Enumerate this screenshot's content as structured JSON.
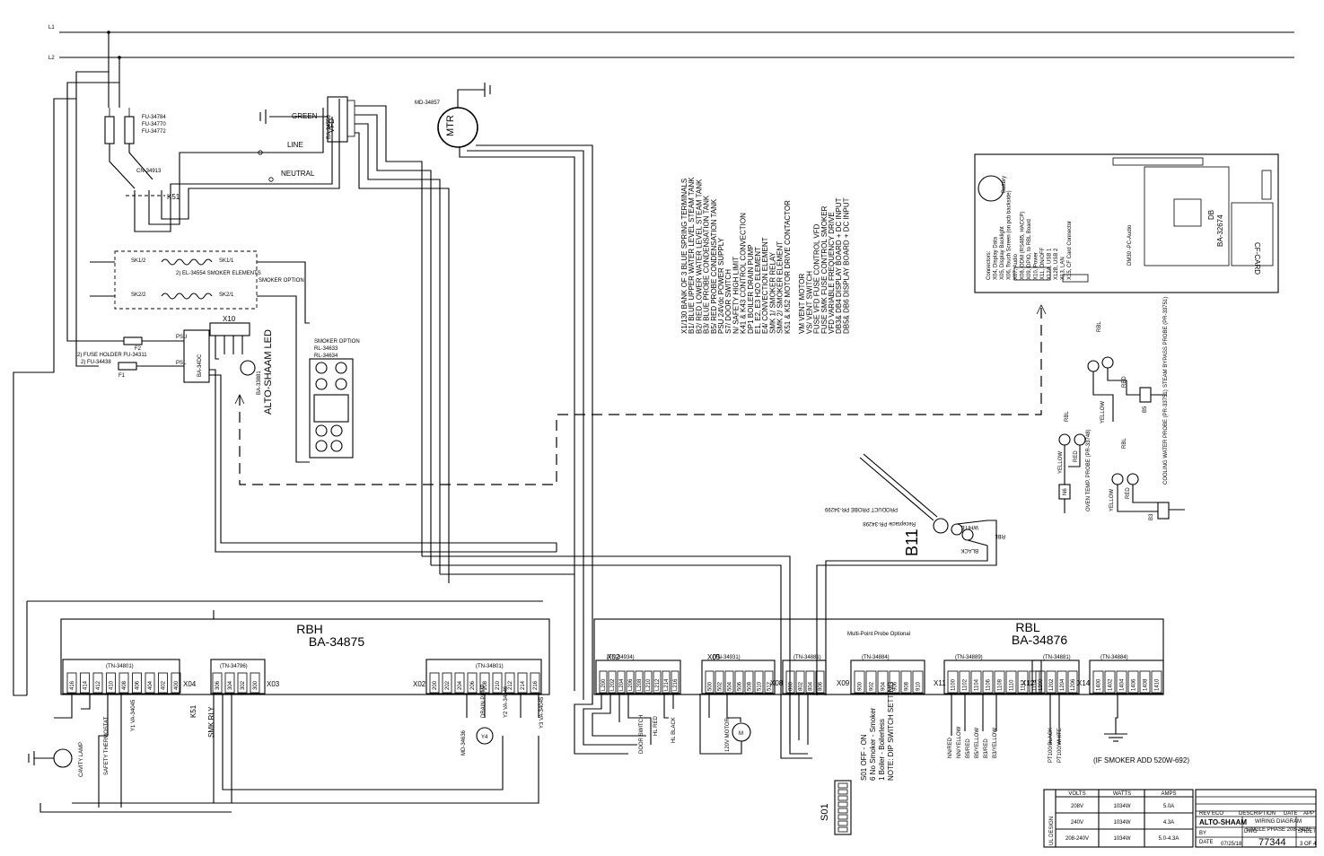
{
  "supply": {
    "l1": "L1",
    "l2": "L2"
  },
  "motor": {
    "label": "MTR",
    "part": "MD-34857"
  },
  "vfd": {
    "label": "VFD",
    "part": "BA-34556"
  },
  "wires": {
    "green": "GREEN",
    "line": "LINE",
    "neutral": "NEUTRAL"
  },
  "fuses": {
    "parts": [
      "FU-34784",
      "FU-34770",
      "FU-34772"
    ],
    "holder": "2) FUSE HOLDER FU-34311",
    "fu2": "2) FU-34438",
    "f1": "F1",
    "f2": "F2"
  },
  "contactor": {
    "part": "CN-34913",
    "label": "K51"
  },
  "smoker": {
    "elements_label": "2) EL-34554 SMOKER ELEMENTS",
    "option_label": "SMOKER OPTION",
    "relay_option": "SMOKER OPTION",
    "relay_parts": [
      "RL-34633",
      "RL-34634"
    ],
    "sk": [
      "SK1/2",
      "SK1/1",
      "SK2/2",
      "SK2/1"
    ]
  },
  "psu": {
    "label": "PSU",
    "part": "BA-34DC",
    "psl": "PSL"
  },
  "x10": {
    "label": "X10"
  },
  "led": {
    "label": "ALTO-SHAAM LED",
    "part": "BA-33881"
  },
  "legend": [
    "X1/130 BANK OF 3 BLUE SPRING TERMINALS",
    "B1/ BLUE UPPER WATER LEVEL STEAM TANK",
    "B2/ RED LOWER WATER LEVEL STEAM TANK",
    "B3/ BLUE PROBE CONDENSATION TANK",
    "B5/ RED PROBE CONDENSATION TANK",
    "PSU 24Vdc POWER SUPPLY",
    "S7/ DOOR SWITCH",
    "N/ SAFETY HIGH LIMIT",
    "K41 & K43 CONTROL CONVECTION",
    "DP1 BOILER DRAIN PUMP",
    "E1, E2, E3 H2O ELEMENT",
    "E4/ CONVECTION ELEMENT",
    "SMK 1/ SMOKER RELAY",
    "SMK 2/ SMOKER ELEMENT",
    "K51 & K52 MOTOR DRIVE CONTACTOR",
    "",
    "VM VENT MOTOR",
    "VS/ VENT SWITCH",
    "FUSE VFD FUSE CONTROL VFD",
    "FUSE SMK FUSE CONTROL SMOKER",
    "VFD VARIABLE FREQUENCY DRIVE",
    "DB3& DB4 DISPLAY BOARD + DC INPUT",
    "DB5& DB6 DISPLAY BOARD + DC INPUT"
  ],
  "display": {
    "connectors": [
      "Connectors:",
      "X04, Display Data",
      "X05, Display Backlight",
      "X06, Touch Screen (on pcb backside)",
      "X07, Audio",
      "X08, ODM (RS485, HACCP)",
      "X09, DPIO, to RBL Board",
      "X10, Power",
      "X11, ON/OFF",
      "X12A, USB 1",
      "X12B, USB 2",
      "X13, LAN",
      "X15, CF Card Connector"
    ],
    "board": "BA-32674",
    "battery": "Battery",
    "db": "DB",
    "pcb": "DM30 -PC-Audio",
    "cf": "CF-CARD"
  },
  "probes": {
    "steam_bypass": "STEAM BYPASS PROBE (PR-33751)",
    "oven_temp": "OVEN TEMP. PROBE (PR-33748)",
    "cooling_water": "COOLING WATER PROBE (PR-33751)",
    "product": "PRODUCT PROBE PR-34299",
    "receptacle": "Receptacle PR-34298",
    "b11": "B11",
    "b5": "B5",
    "n6": "N6",
    "b3": "B3",
    "yellow": "YELLOW",
    "red": "RED",
    "rbl": "RBL",
    "white": "WHITE",
    "black": "BLACK"
  },
  "rbh": {
    "name": "RBH",
    "part": "BA-34875",
    "conn1": {
      "part": "(TN-34801)",
      "pins": [
        "416",
        "414",
        "412",
        "410",
        "408",
        "406",
        "404",
        "402",
        "400"
      ]
    },
    "conn2": {
      "part": "(TN-34796)",
      "pins": [
        "306",
        "304",
        "302",
        "300"
      ]
    },
    "conn3": {
      "part": "(TN-34801)",
      "pins": [
        "200",
        "202",
        "204",
        "206",
        "208",
        "210",
        "212",
        "214",
        "216"
      ]
    },
    "x_labels": [
      "X04",
      "X03",
      "X02"
    ]
  },
  "rbl": {
    "name": "RBL",
    "part": "BA-34876",
    "subtitle": "Multi-Point Probe Optional",
    "x02": {
      "label": "X02",
      "part": "(TN-34934)",
      "pins": [
        "L200",
        "L202",
        "L204",
        "L206",
        "L208",
        "L210",
        "L212",
        "L214",
        "L216"
      ]
    },
    "x05": {
      "label": "X05",
      "part": "(TN-34931)",
      "pins": [
        "500",
        "502",
        "504",
        "506",
        "508",
        "510",
        "512"
      ]
    },
    "x08": {
      "label": "X08",
      "part": "(TN-34881)",
      "pins": [
        "800",
        "802",
        "804",
        "806"
      ]
    },
    "x09": {
      "label": "X09",
      "part": "(TN-34884)",
      "pins": [
        "900",
        "902",
        "904",
        "906",
        "908",
        "910"
      ]
    },
    "x11": {
      "label": "X11",
      "part": "(TN-34889)",
      "pins": [
        "1100",
        "1102",
        "1104",
        "1106",
        "1108",
        "1110",
        "1112",
        "1114"
      ]
    },
    "x12": {
      "label": "X12",
      "part": "(TN-34881)",
      "pins": [
        "1200",
        "1202",
        "1204",
        "1206"
      ]
    },
    "x14": {
      "label": "X14",
      "part": "(TN-34884)",
      "pins": [
        "1400",
        "1402",
        "1404",
        "1406",
        "1408",
        "1410"
      ]
    }
  },
  "bottom_labels": {
    "cavity_lamp": "CAVITY LAMP",
    "safety_thermostat": "SAFETY THERMOSTAT",
    "drain_pump": "DRAIN PUMP",
    "pump_part": "MD-34636",
    "smk_rly": "SMK RLY",
    "k51": "K51",
    "vent_motor": "120V MOTOR",
    "hl_red": "HL RED",
    "hl_black": "HL BLACK",
    "door_switch": "DOOR SWITCH",
    "y1": "Y1 VA-34045",
    "y2": "Y2 VA-34046",
    "y3": "Y3 VA-34045",
    "x11_wires": [
      "NN/RED",
      "NN/YELLOW",
      "B5/RED",
      "B5/YELLOW",
      "B3/RED",
      "B3/YELLOW"
    ],
    "x12_wires": [
      "PT100/BLACK",
      "PT100/WHITE"
    ]
  },
  "s01": {
    "label": "S01",
    "notes": [
      "S01 OFF - ON",
      "6 No Smoker - Smoker",
      "1 Boiler - Boilerless",
      "NOTE: DIP SWITCH SETTING"
    ]
  },
  "smoker_add": "(IF SMOKER ADD 520W-692)",
  "ratings": {
    "side": "UL DESIGN",
    "headers": [
      "VOLTS",
      "WATTS",
      "AMPS"
    ],
    "rows": [
      [
        "208V",
        "1034W",
        "5.0A"
      ],
      [
        "240V",
        "1034W",
        "4.3A"
      ],
      [
        "208-240V",
        "1034W",
        "5.0-4.3A"
      ]
    ]
  },
  "title_block": {
    "company": "ALTO-SHAAM",
    "title": "WIRING DIAGRAM",
    "subtitle": "SINGLE PHASE 208-240V",
    "drawing_no": "77344",
    "sheet": "3 OF 4",
    "date": "07/25/18",
    "cols": [
      "REV",
      "ECO",
      "DESCRIPTION",
      "DATE",
      "APP"
    ],
    "labels": [
      "BY",
      "DATE",
      "DWG",
      "SHEET"
    ]
  }
}
